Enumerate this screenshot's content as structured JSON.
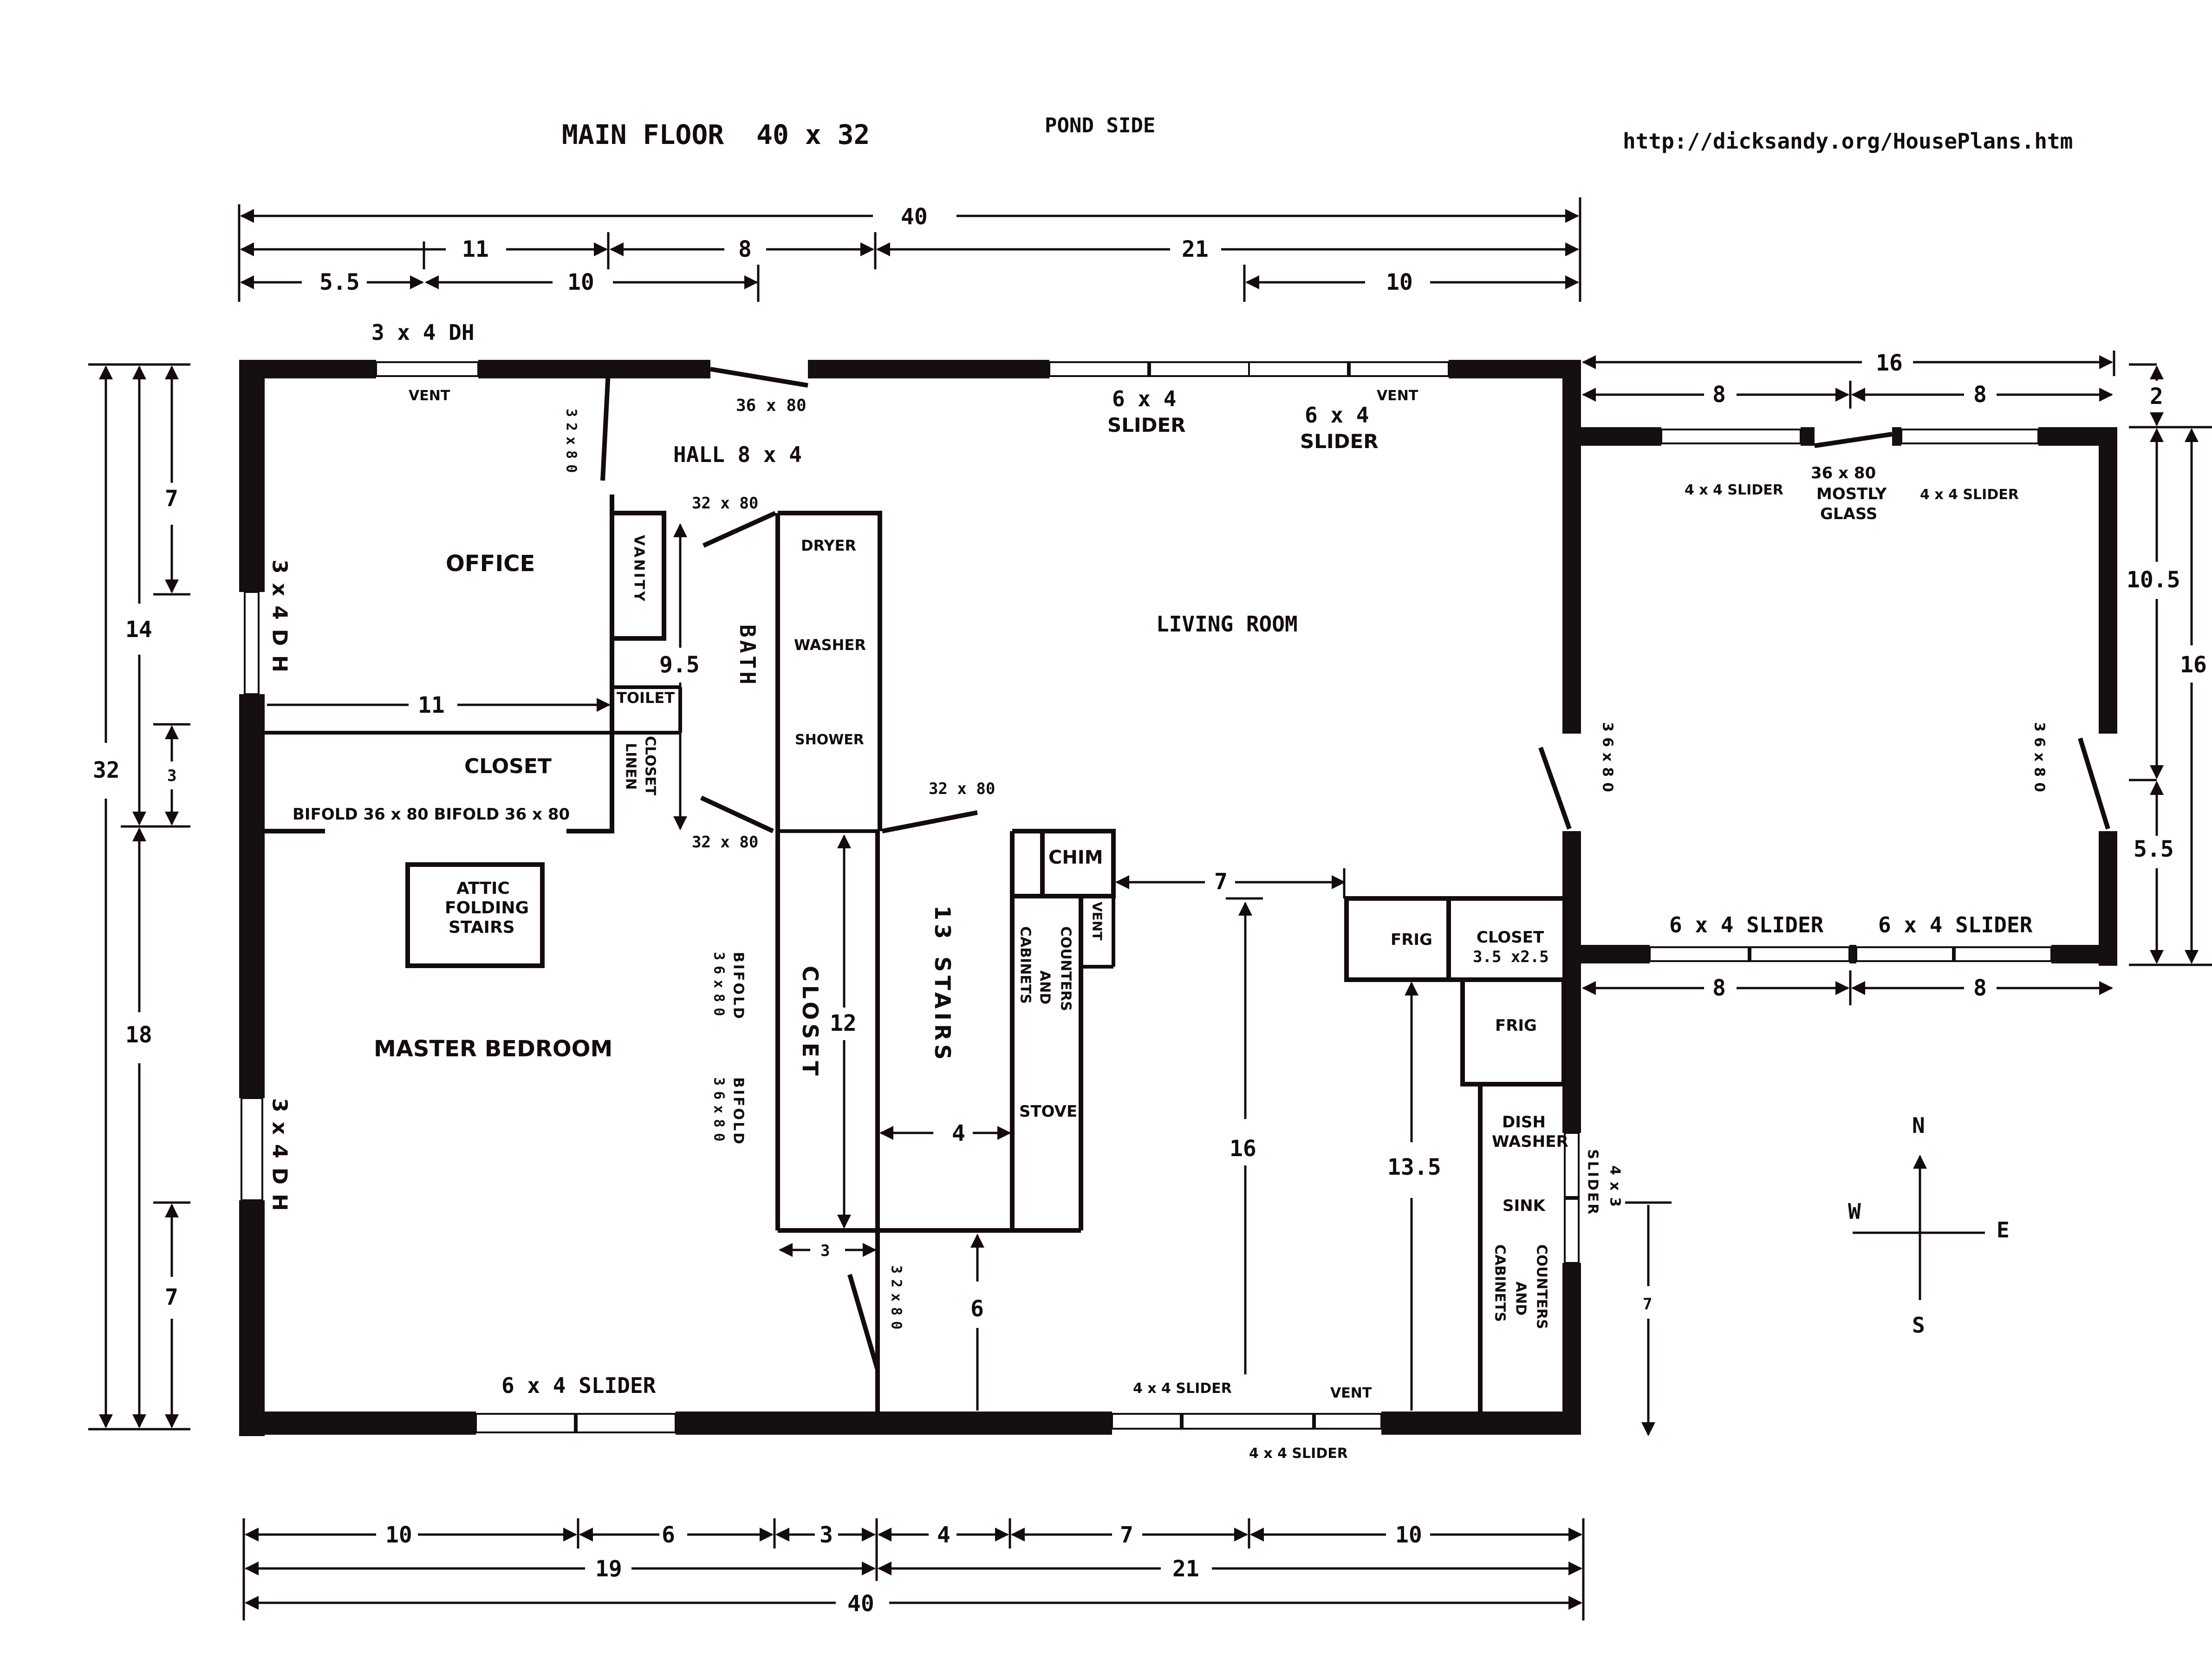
{
  "header": {
    "title": "MAIN FLOOR  40 x 32",
    "pond_side": "POND SIDE",
    "url": "http://dicksandy.org/HousePlans.htm"
  },
  "top_dims": {
    "total": "40",
    "seg11": "11",
    "seg8": "8",
    "seg21": "21",
    "seg5_5": "5.5",
    "seg10a": "10",
    "seg10b": "10"
  },
  "bottom_dims": {
    "b10a": "10",
    "b6": "6",
    "b3": "3",
    "b4": "4",
    "b7": "7",
    "b10b": "10",
    "b19": "19",
    "b21": "21",
    "b40": "40"
  },
  "left_dims": {
    "l32": "32",
    "l14": "14",
    "l18": "18",
    "l7a": "7",
    "l3": "3",
    "l7b": "7"
  },
  "right_dims": {
    "r2": "2",
    "r10_5": "10.5",
    "r16": "16",
    "r5_5": "5.5",
    "r7": "7",
    "sun_top_16": "16",
    "sun_top_8a": "8",
    "sun_top_8b": "8",
    "sun_bot_8a": "8",
    "sun_bot_8b": "8"
  },
  "rooms": {
    "office": "OFFICE",
    "hall": "HALL 8 x 4",
    "closet": "CLOSET",
    "master_bedroom": "MASTER BEDROOM",
    "living_room": "LIVING ROOM",
    "attic": [
      "ATTIC",
      "FOLDING",
      "STAIRS"
    ],
    "bath": "BATH",
    "vanity": "VANITY",
    "toilet": "TOILET",
    "linen_closet": [
      "LINEN",
      "CLOSET"
    ],
    "dryer": "DRYER",
    "washer": "WASHER",
    "shower": "SHOWER",
    "chim": "CHIM",
    "vent_chim": "VENT",
    "stairs": [
      "13",
      "STAIRS"
    ],
    "closet_vertical": "CLOSET",
    "cabinets_counters_a": [
      "CABINETS",
      "AND",
      "COUNTERS"
    ],
    "stove": "STOVE",
    "frig1": "FRIG",
    "closet_small": [
      "CLOSET",
      "3.5 x2.5"
    ],
    "frig2": "FRIG",
    "dishwasher": [
      "DISH",
      "WASHER"
    ],
    "sink": "SINK",
    "cabinets_counters_b": [
      "CABINETS",
      "AND",
      "COUNTERS"
    ]
  },
  "labels": {
    "window_3x4dh_top": "3 x 4 DH",
    "vent_top_left": "VENT",
    "door_36x80_top": "36 x 80",
    "slider_6x4_a": [
      "6 x 4",
      "SLIDER"
    ],
    "slider_6x4_b": [
      "6 x 4",
      "SLIDER"
    ],
    "vent_top_right": "VENT",
    "door_32x80_office": "32x80",
    "door_32x80_bath_top": "32 x 80",
    "door_32x80_bath_bot": "32 x 80",
    "door_32x80_stairs": "32 x 80",
    "window_3x4dh_left_top": "3x4DH",
    "window_3x4dh_left_bot": "3x4DH",
    "bifold_line": "BIFOLD 36 x 80 BIFOLD 36 x 80",
    "bifold_v1": "36x80",
    "bifold_v1b": "BIFOLD",
    "bifold_v2": "36x80",
    "bifold_v2b": "BIFOLD",
    "dim_9_5": "9.5",
    "dim_11": "11",
    "dim_12": "12",
    "dim_4": "4",
    "dim_3": "3",
    "dim_6": "6",
    "dim_7": "7",
    "dim_16": "16",
    "dim_13_5": "13.5",
    "door_32x80_bottom": "32x80",
    "slider_6x4_bottom": "6 x 4 SLIDER",
    "slider_4x4_bottom": "4 x 4 SLIDER",
    "slider_4x4_bottom2": "4 x 4 SLIDER",
    "vent_bottom": "VENT",
    "slider_4x3": [
      "SLIDER",
      "4x3"
    ],
    "sun_slider_4x4_a": "4 x 4 SLIDER",
    "sun_slider_4x4_b": "4 x 4 SLIDER",
    "sun_door": [
      "36 x 80",
      "MOSTLY",
      "GLASS"
    ],
    "sun_door_left": "36x80",
    "sun_door_right": "36x80",
    "sun_slider_6x4_a": "6 x 4 SLIDER",
    "sun_slider_6x4_b": "6 x 4 SLIDER"
  },
  "compass": {
    "n": "N",
    "s": "S",
    "e": "E",
    "w": "W"
  }
}
